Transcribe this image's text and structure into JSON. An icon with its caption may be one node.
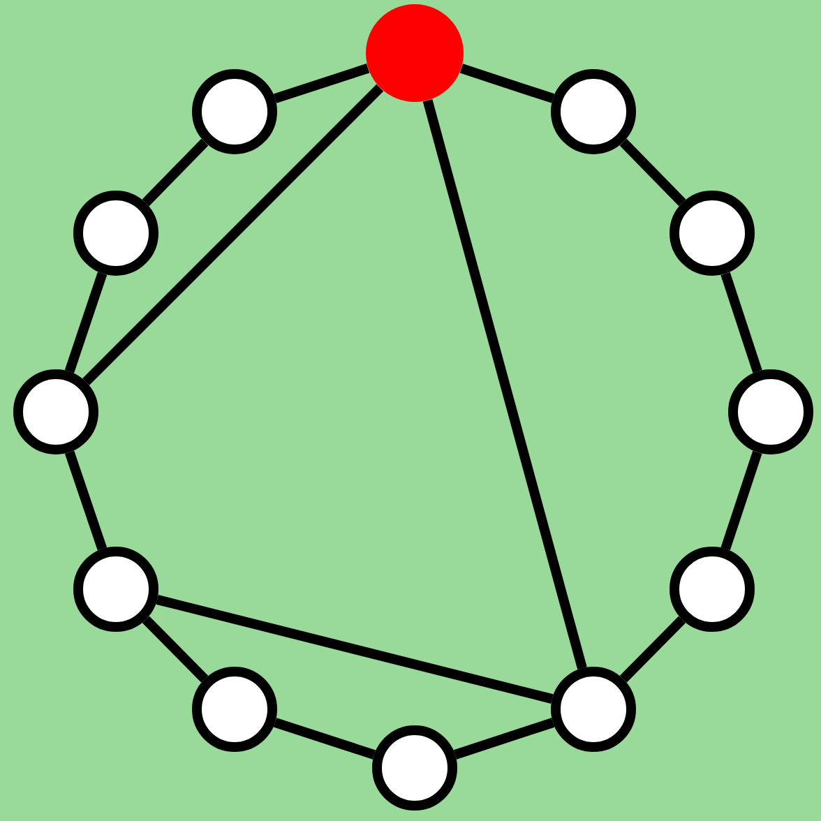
{
  "diagram": {
    "nodes": [
      {
        "text": [],
        "shape": "circle"
      },
      {
        "text": [],
        "shape": "circle"
      },
      {
        "text": [],
        "shape": "circle"
      },
      {
        "text": [],
        "shape": "circle"
      },
      {
        "text": [],
        "shape": "circle"
      },
      {
        "text": [],
        "shape": "circle"
      },
      {
        "text": [],
        "shape": "circle"
      },
      {
        "text": [],
        "shape": "circle"
      },
      {
        "text": [],
        "shape": "circle"
      },
      {
        "text": [],
        "shape": "circle"
      },
      {
        "text": [],
        "shape": "circle"
      },
      {
        "text": [],
        "shape": "circle"
      }
    ],
    "edges": [
      {
        "from": 0,
        "to": 1,
        "arrow": "none"
      },
      {
        "from": 1,
        "to": 2,
        "arrow": "none"
      },
      {
        "from": 2,
        "to": 3,
        "arrow": "none"
      },
      {
        "from": 3,
        "to": 4,
        "arrow": "none"
      },
      {
        "from": 4,
        "to": 5,
        "arrow": "none"
      },
      {
        "from": 5,
        "to": 6,
        "arrow": "none"
      },
      {
        "from": 6,
        "to": 7,
        "arrow": "none"
      },
      {
        "from": 7,
        "to": 8,
        "arrow": "none"
      },
      {
        "from": 8,
        "to": 9,
        "arrow": "none"
      },
      {
        "from": 9,
        "to": 10,
        "arrow": "none"
      },
      {
        "from": 10,
        "to": 11,
        "arrow": "none"
      },
      {
        "from": 11,
        "to": 0,
        "arrow": "none"
      },
      {
        "from": 0,
        "to": 9,
        "arrow": "none"
      },
      {
        "from": 0,
        "to": 5,
        "arrow": "none"
      },
      {
        "from": 8,
        "to": 5,
        "arrow": "none"
      }
    ]
  }
}
